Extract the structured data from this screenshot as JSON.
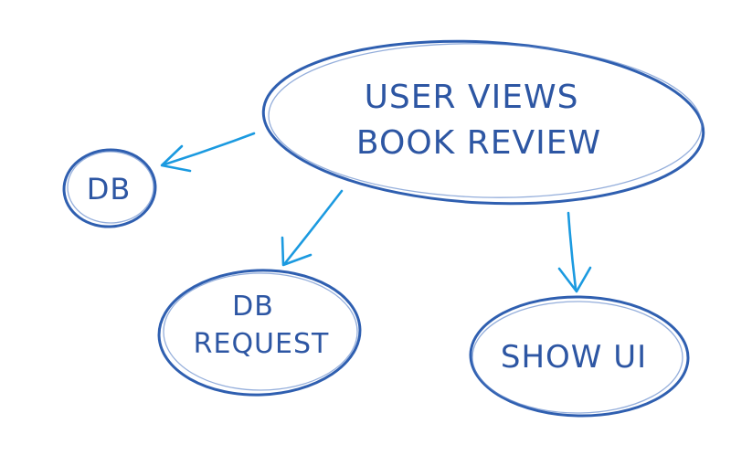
{
  "diagram": {
    "colors": {
      "node_stroke": "#2f5fb0",
      "node_text": "#2d56a3",
      "arrow": "#1b9ae0",
      "background": "#ffffff"
    },
    "nodes": {
      "root": {
        "line1": "USER VIEWS",
        "line2": "BOOK REVIEW"
      },
      "db": {
        "label": "DB"
      },
      "db_request": {
        "line1": "DB",
        "line2": "REQUEST"
      },
      "show_ui": {
        "label": "SHOW UI"
      }
    },
    "edges": [
      {
        "from": "root",
        "to": "db"
      },
      {
        "from": "root",
        "to": "db_request"
      },
      {
        "from": "root",
        "to": "show_ui"
      }
    ]
  }
}
